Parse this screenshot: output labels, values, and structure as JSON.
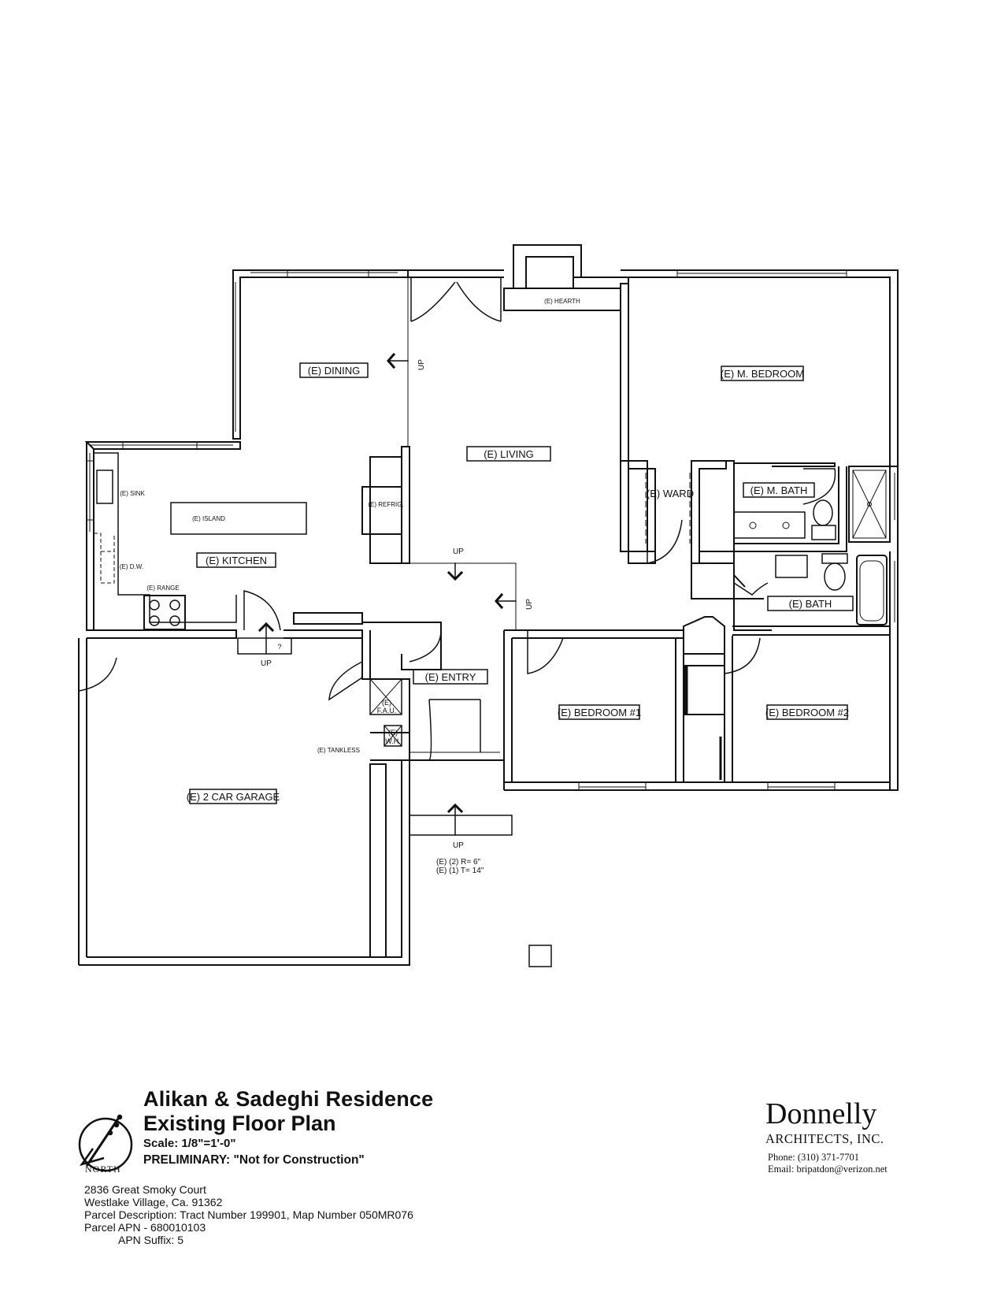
{
  "plan": {
    "rooms": {
      "dining": "(E) DINING",
      "living": "(E) LIVING",
      "m_bedroom": "(E) M. BEDROOM",
      "ward": "(E) WARD",
      "m_bath": "(E) M. BATH",
      "bath": "(E) BATH",
      "kitchen": "(E) KITCHEN",
      "entry": "(E) ENTRY",
      "bedroom1": "(E) BEDROOM #1",
      "bedroom2": "(E) BEDROOM #2",
      "garage": "(E) 2 CAR GARAGE"
    },
    "fixtures": {
      "hearth": "(E) HEARTH",
      "sink": "(E) SINK",
      "island": "(E) ISLAND",
      "refrig": "(E) REFRIG.",
      "dw": "(E) D.W.",
      "range": "(E) RANGE",
      "fau_1": "(E)",
      "fau_2": "F.A.U.",
      "wh_1": "(E)",
      "wh_2": "W.H.",
      "tankless": "(E) TANKLESS",
      "question": "?"
    },
    "stairs": {
      "up": "UP",
      "riser_note": "(E) (2) R= 6\"",
      "tread_note": "(E) (1) T= 14\""
    }
  },
  "title_block": {
    "project": "Alikan & Sadeghi Residence",
    "sheet": "Existing Floor Plan",
    "scale": "Scale: 1/8\"=1'-0\"",
    "preliminary": "PRELIMINARY: \"Not for Construction\"",
    "north": "NORTH"
  },
  "address": {
    "line1": "2836 Great Smoky Court",
    "line2": "Westlake Village, Ca. 91362",
    "line3": "Parcel Description: Tract Number 199901, Map Number 050MR076",
    "line4": "Parcel APN - 680010103",
    "line5": "APN Suffix: 5"
  },
  "firm": {
    "name": "Donnelly",
    "sub": "ARCHITECTS, INC.",
    "phone": "Phone: (310) 371-7701",
    "email": "Email: bripatdon@verizon.net"
  }
}
